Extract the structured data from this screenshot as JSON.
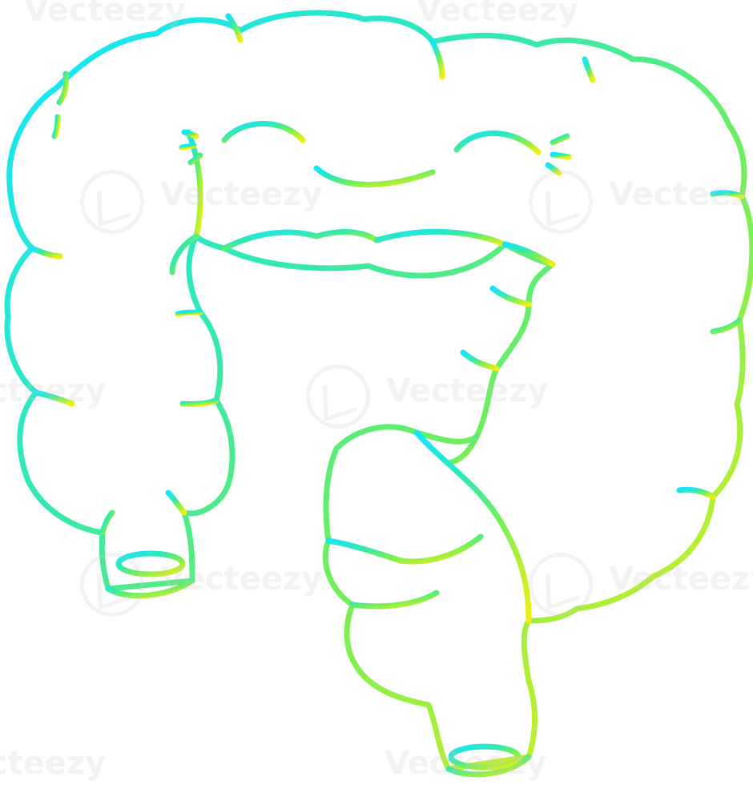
{
  "watermark": {
    "text": "Vecteezy"
  },
  "illustration": {
    "subject": "smiling cartoon large intestine",
    "style": "line drawing with cyan-to-yellow gradient stroke"
  },
  "colors": {
    "gradient_start": "#1de9f2",
    "gradient_mid": "#42e88c",
    "gradient_end": "#e6ef14",
    "background": "#ffffff"
  }
}
